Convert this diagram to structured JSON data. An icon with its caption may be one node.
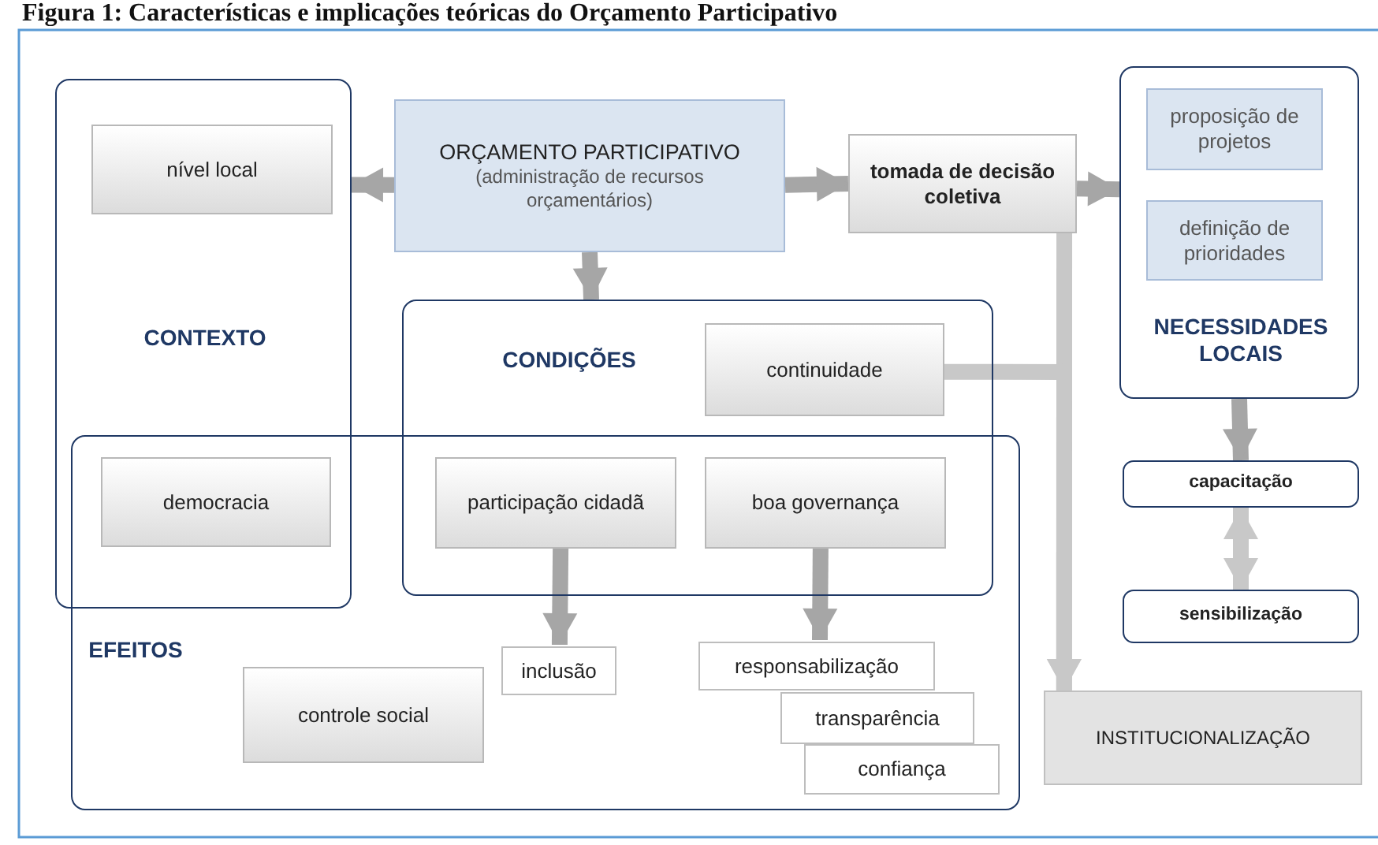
{
  "diagram": {
    "title": "Figura 1: Características e implicações teóricas do Orçamento Participativo",
    "nodes": [
      {
        "text": [
          "CONTEXTO"
        ]
      },
      {
        "text": [
          "nível local"
        ],
        "in": 0
      },
      {
        "text": [
          "ORÇAMENTO PARTICIPATIVO",
          "(administração de recursos orçamentários)"
        ]
      },
      {
        "text": [
          "tomada de decisão coletiva"
        ]
      },
      {
        "text": [
          "NECESSIDADES LOCAIS"
        ]
      },
      {
        "text": [
          "proposição de projetos"
        ],
        "in": 4
      },
      {
        "text": [
          "definição de prioridades"
        ],
        "in": 4
      },
      {
        "text": [
          "CONDIÇÕES"
        ]
      },
      {
        "text": [
          "continuidade"
        ],
        "in": 7
      },
      {
        "text": [
          "EFEITOS"
        ]
      },
      {
        "text": [
          "democracia"
        ]
      },
      {
        "text": [
          "participação cidadã"
        ]
      },
      {
        "text": [
          "boa governança"
        ]
      },
      {
        "text": [
          "capacitação"
        ]
      },
      {
        "text": [
          "sensibilização"
        ]
      },
      {
        "text": [
          "inclusão"
        ],
        "in": 9
      },
      {
        "text": [
          "controle social"
        ],
        "in": 9
      },
      {
        "text": [
          "responsabilização"
        ],
        "in": 9
      },
      {
        "text": [
          "transparência"
        ],
        "in": 9
      },
      {
        "text": [
          "confiança"
        ],
        "in": 9
      },
      {
        "text": [
          "INSTITUCIONALIZAÇÃO"
        ]
      }
    ],
    "edges": [
      {
        "from": 2,
        "to": 0,
        "arrow": "to"
      },
      {
        "from": 2,
        "to": 3,
        "arrow": "to"
      },
      {
        "from": 2,
        "to": 7,
        "arrow": "to"
      },
      {
        "from": 3,
        "to": 4,
        "arrow": "to"
      },
      {
        "from": 3,
        "to": 20,
        "arrow": "to",
        "color": "#c8c8c8"
      },
      {
        "from": 8,
        "to": 20,
        "arrow": "to",
        "color": "#c8c8c8"
      },
      {
        "from": 4,
        "to": 13,
        "arrow": "to"
      },
      {
        "from": 13,
        "to": 14,
        "arrow": "both",
        "color": "#c8c8c8"
      },
      {
        "from": 11,
        "to": 15,
        "arrow": "to"
      },
      {
        "from": 12,
        "to": 17,
        "arrow": "to"
      }
    ]
  }
}
